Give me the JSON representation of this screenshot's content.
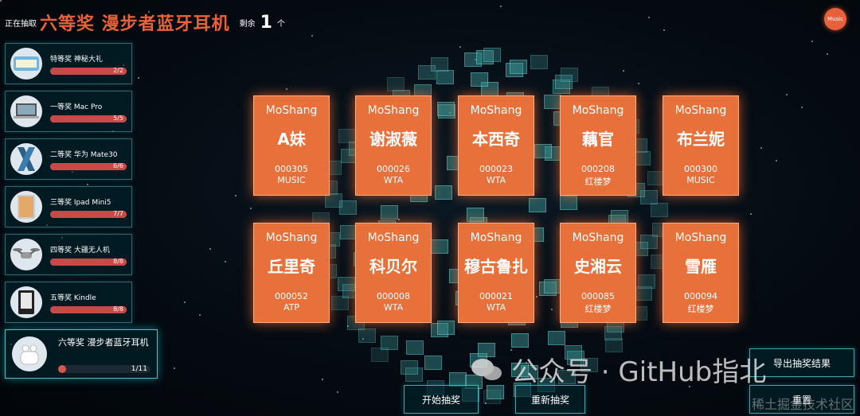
{
  "header": {
    "drawing_label": "正在抽取",
    "current_prize": "六等奖 漫步者蓝牙耳机",
    "remain_label": "剩余",
    "remain_count": "1",
    "unit": "个"
  },
  "music_label": "Music",
  "prizes": [
    {
      "title": "特等奖 神秘大礼",
      "progress": "2/2",
      "fill": 1.0,
      "icon": "mystery-gift-icon"
    },
    {
      "title": "一等奖 Mac Pro",
      "progress": "5/5",
      "fill": 1.0,
      "icon": "laptop-icon"
    },
    {
      "title": "二等奖 华为 Mate30",
      "progress": "6/6",
      "fill": 1.0,
      "icon": "phone-icon"
    },
    {
      "title": "三等奖 Ipad Mini5",
      "progress": "7/7",
      "fill": 1.0,
      "icon": "tablet-icon"
    },
    {
      "title": "四等奖 大疆无人机",
      "progress": "8/8",
      "fill": 1.0,
      "icon": "drone-icon"
    },
    {
      "title": "五等奖 Kindle",
      "progress": "8/8",
      "fill": 1.0,
      "icon": "ereader-icon"
    },
    {
      "title": "六等奖 漫步者蓝牙耳机",
      "progress": "1/11",
      "fill": 0.09,
      "icon": "earbuds-icon"
    }
  ],
  "cards": [
    {
      "brand": "MoShang",
      "name": "A妹",
      "code": "000305",
      "team": "MUSIC"
    },
    {
      "brand": "MoShang",
      "name": "谢淑薇",
      "code": "000026",
      "team": "WTA"
    },
    {
      "brand": "MoShang",
      "name": "本西奇",
      "code": "000023",
      "team": "WTA"
    },
    {
      "brand": "MoShang",
      "name": "藕官",
      "code": "000208",
      "team": "红楼梦"
    },
    {
      "brand": "MoShang",
      "name": "布兰妮",
      "code": "000300",
      "team": "MUSIC"
    },
    {
      "brand": "MoShang",
      "name": "丘里奇",
      "code": "000052",
      "team": "ATP"
    },
    {
      "brand": "MoShang",
      "name": "科贝尔",
      "code": "000008",
      "team": "WTA"
    },
    {
      "brand": "MoShang",
      "name": "穆古鲁扎",
      "code": "000021",
      "team": "WTA"
    },
    {
      "brand": "MoShang",
      "name": "史湘云",
      "code": "000085",
      "team": "红楼梦"
    },
    {
      "brand": "MoShang",
      "name": "雪雁",
      "code": "000094",
      "team": "红楼梦"
    }
  ],
  "buttons": {
    "start": "开始抽奖",
    "restart": "重新抽奖",
    "export": "导出抽奖结果",
    "reset": "重置"
  },
  "watermark": {
    "main": "公众号 · GitHub指北",
    "site": "稀土掘金技术社区"
  }
}
